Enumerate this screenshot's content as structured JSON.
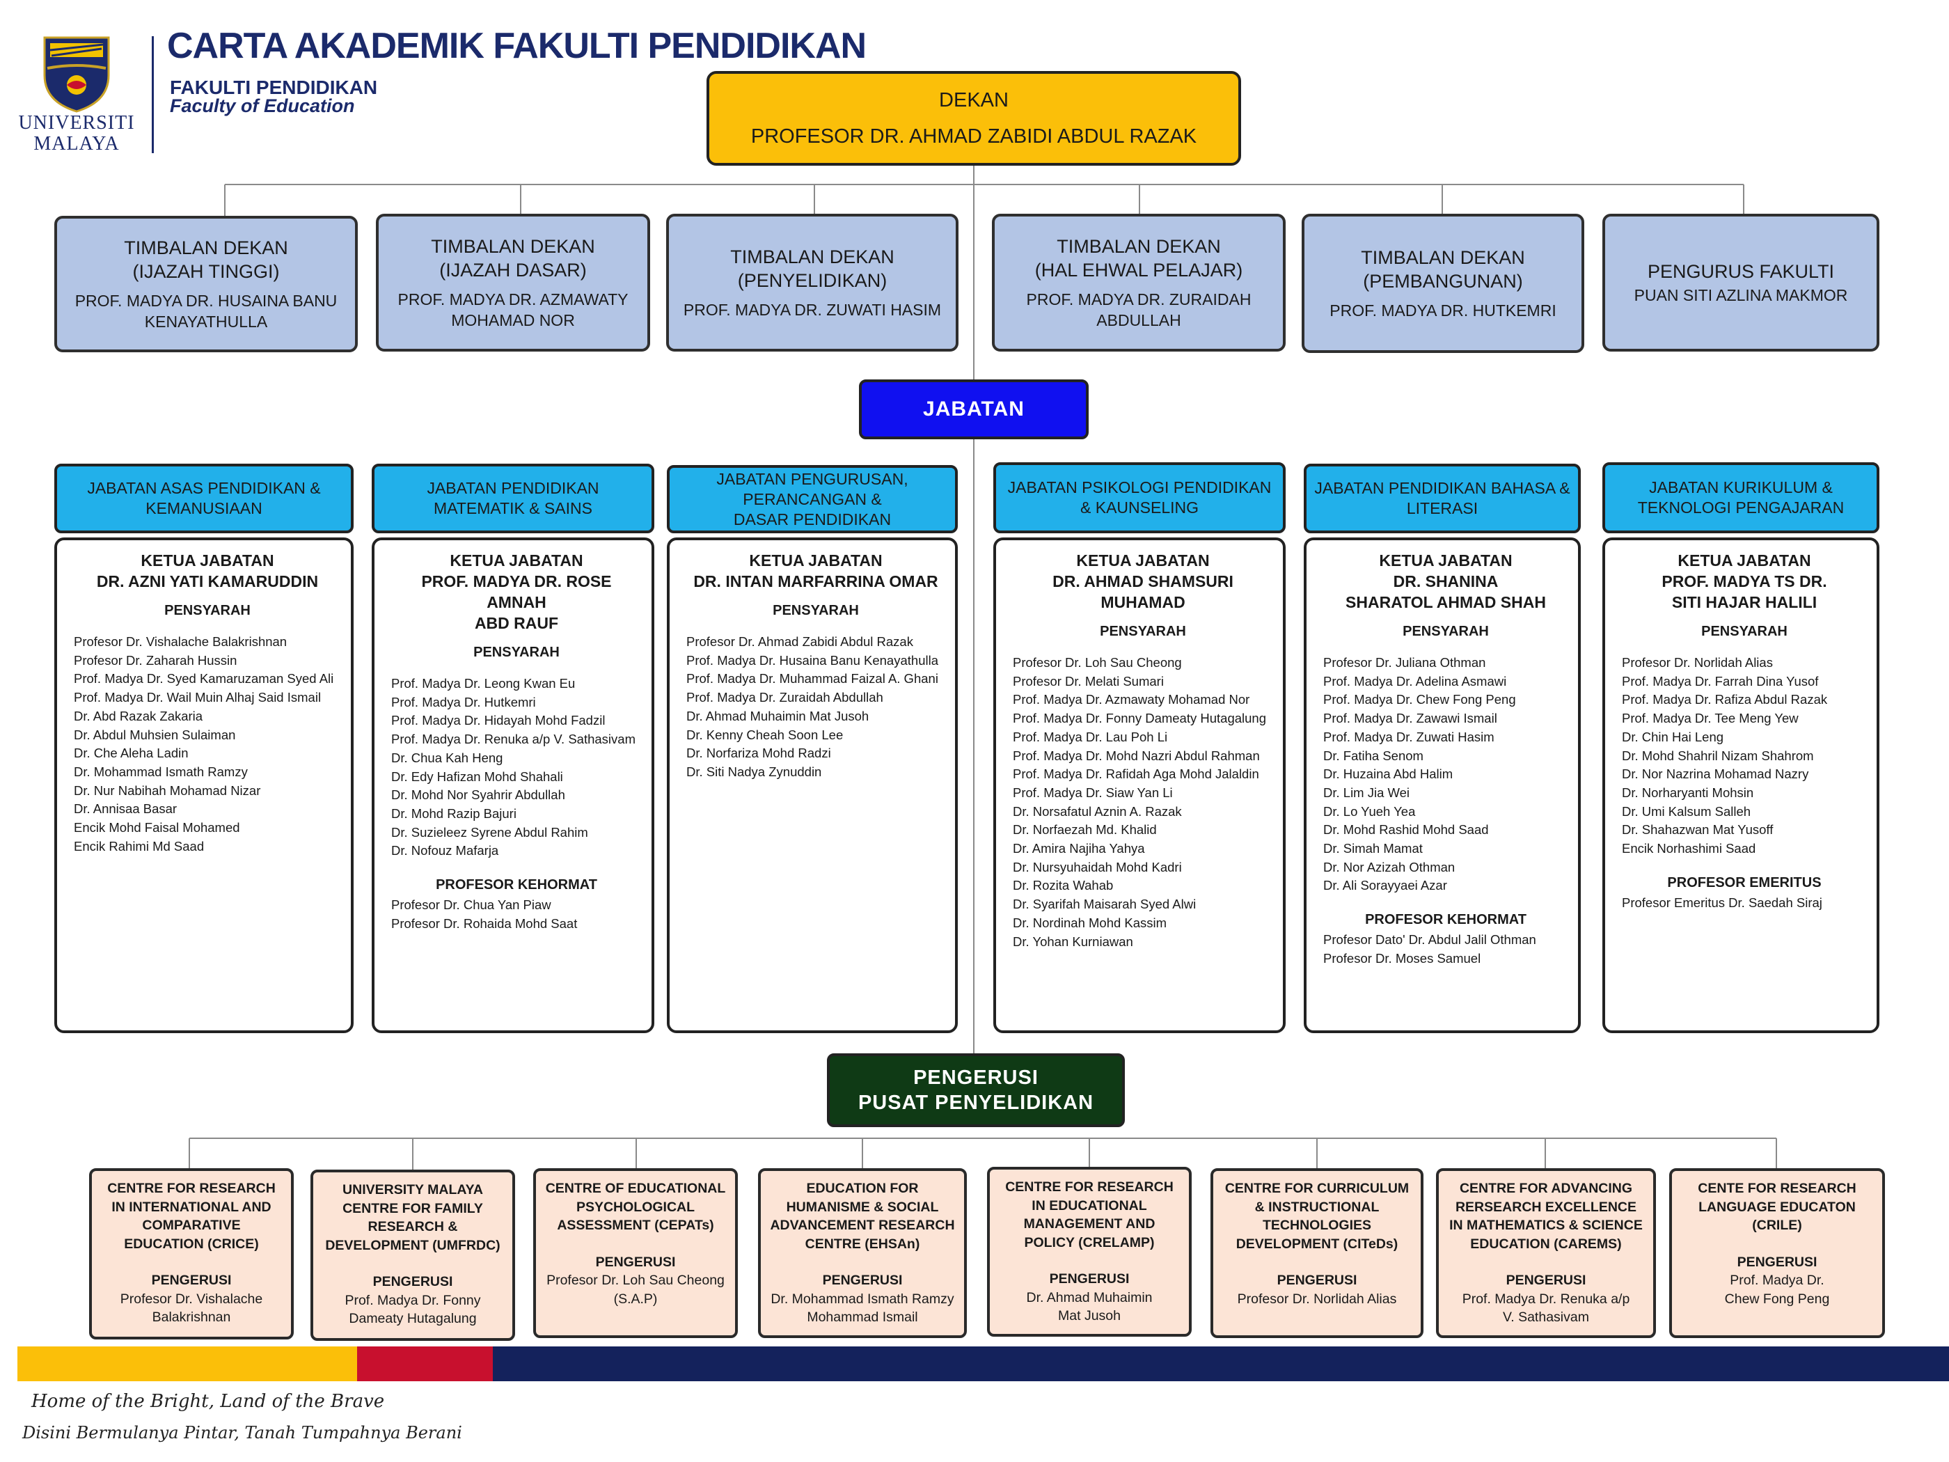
{
  "header": {
    "title": "CARTA AKADEMIK FAKULTI PENDIDIKAN",
    "university_line1": "UNIVERSITI",
    "university_line2": "MALAYA",
    "faculty_ms": "FAKULTI PENDIDIKAN",
    "faculty_en": "Faculty of Education"
  },
  "dean": {
    "role": "DEKAN",
    "name": "PROFESOR DR. AHMAD ZABIDI ABDUL RAZAK"
  },
  "deputies": [
    {
      "title1": "TIMBALAN DEKAN",
      "title2": "(IJAZAH TINGGI)",
      "name1": "PROF. MADYA DR. HUSAINA BANU",
      "name2": "KENAYATHULLA"
    },
    {
      "title1": "TIMBALAN DEKAN",
      "title2": "(IJAZAH DASAR)",
      "name1": "PROF. MADYA DR. AZMAWATY",
      "name2": "MOHAMAD NOR"
    },
    {
      "title1": "TIMBALAN DEKAN",
      "title2": "(PENYELIDIKAN)",
      "name1": "PROF. MADYA DR. ZUWATI HASIM",
      "name2": ""
    },
    {
      "title1": "TIMBALAN DEKAN",
      "title2": "(HAL EHWAL PELAJAR)",
      "name1": "PROF. MADYA DR. ZURAIDAH",
      "name2": "ABDULLAH"
    },
    {
      "title1": "TIMBALAN DEKAN",
      "title2": "(PEMBANGUNAN)",
      "name1": "PROF. MADYA DR. HUTKEMRI",
      "name2": ""
    },
    {
      "title1": "PENGURUS FAKULTI",
      "title2": "",
      "name1": "PUAN SITI AZLINA MAKMOR",
      "name2": ""
    }
  ],
  "jabatan_label": "JABATAN",
  "departments": [
    {
      "head": [
        "JABATAN ASAS PENDIDIKAN &",
        "KEMANUSIAAN"
      ],
      "ketua": [
        "KETUA JABATAN",
        "DR. AZNI YATI KAMARUDDIN"
      ],
      "pensyarah_label": "PENSYARAH",
      "staff": [
        "Profesor Dr. Vishalache Balakrishnan",
        "Profesor Dr. Zaharah Hussin",
        "Prof. Madya Dr. Syed Kamaruzaman Syed Ali",
        "Prof. Madya Dr. Wail Muin Alhaj Said Ismail",
        "Dr. Abd Razak Zakaria",
        "Dr. Abdul Muhsien Sulaiman",
        "Dr. Che Aleha Ladin",
        "Dr. Mohammad Ismath Ramzy",
        "Dr. Nur Nabihah Mohamad Nizar",
        "Dr. Annisaa Basar",
        "Encik Mohd Faisal Mohamed",
        "Encik Rahimi Md Saad"
      ],
      "extra_label": "",
      "extra": []
    },
    {
      "head": [
        "JABATAN PENDIDIKAN",
        "MATEMATIK & SAINS"
      ],
      "ketua": [
        "KETUA JABATAN",
        "PROF. MADYA DR. ROSE AMNAH",
        "ABD RAUF"
      ],
      "pensyarah_label": "PENSYARAH",
      "staff": [
        "Prof. Madya Dr. Leong Kwan Eu",
        "Prof. Madya Dr. Hutkemri",
        "Prof. Madya Dr. Hidayah Mohd Fadzil",
        "Prof. Madya Dr. Renuka a/p V. Sathasivam",
        "Dr. Chua Kah Heng",
        "Dr. Edy Hafizan Mohd Shahali",
        "Dr. Mohd Nor Syahrir Abdullah",
        "Dr. Mohd Razip Bajuri",
        "Dr. Suzieleez Syrene Abdul Rahim",
        "Dr. Nofouz Mafarja"
      ],
      "extra_label": "PROFESOR KEHORMAT",
      "extra": [
        "Profesor Dr. Chua Yan Piaw",
        "Profesor Dr. Rohaida Mohd Saat"
      ]
    },
    {
      "head": [
        "JABATAN PENGURUSAN,",
        "PERANCANGAN &",
        "DASAR PENDIDIKAN"
      ],
      "ketua": [
        "KETUA JABATAN",
        "DR. INTAN MARFARRINA OMAR"
      ],
      "pensyarah_label": "PENSYARAH",
      "staff": [
        "Profesor Dr. Ahmad Zabidi Abdul Razak",
        "Prof. Madya Dr. Husaina Banu Kenayathulla",
        "Prof. Madya Dr. Muhammad Faizal A. Ghani",
        "Prof. Madya Dr. Zuraidah Abdullah",
        "Dr. Ahmad Muhaimin Mat Jusoh",
        "Dr. Kenny Cheah Soon Lee",
        "Dr. Norfariza Mohd Radzi",
        "Dr. Siti Nadya Zynuddin"
      ],
      "extra_label": "",
      "extra": []
    },
    {
      "head": [
        "JABATAN PSIKOLOGI PENDIDIKAN",
        "& KAUNSELING"
      ],
      "ketua": [
        "KETUA JABATAN",
        "DR. AHMAD SHAMSURI MUHAMAD"
      ],
      "pensyarah_label": "PENSYARAH",
      "staff": [
        "Profesor Dr. Loh Sau Cheong",
        "Profesor Dr. Melati Sumari",
        "Prof. Madya Dr. Azmawaty Mohamad Nor",
        "Prof. Madya Dr. Fonny Dameaty Hutagalung",
        "Prof. Madya Dr. Lau Poh Li",
        "Prof. Madya Dr. Mohd Nazri Abdul Rahman",
        "Prof. Madya Dr. Rafidah Aga Mohd Jalaldin",
        "Prof. Madya Dr. Siaw Yan Li",
        "Dr. Norsafatul Aznin A. Razak",
        "Dr. Norfaezah Md. Khalid",
        "Dr. Amira Najiha Yahya",
        "Dr. Nursyuhaidah Mohd Kadri",
        "Dr. Rozita Wahab",
        "Dr. Syarifah Maisarah Syed Alwi",
        "Dr. Nordinah Mohd Kassim",
        "Dr. Yohan Kurniawan"
      ],
      "extra_label": "",
      "extra": []
    },
    {
      "head": [
        "JABATAN PENDIDIKAN BAHASA &",
        "LITERASI"
      ],
      "ketua": [
        "KETUA JABATAN",
        "DR. SHANINA",
        "SHARATOL AHMAD SHAH"
      ],
      "pensyarah_label": "PENSYARAH",
      "staff": [
        "Profesor Dr. Juliana Othman",
        "Prof. Madya Dr. Adelina Asmawi",
        "Prof. Madya Dr. Chew Fong Peng",
        "Prof. Madya Dr. Zawawi Ismail",
        "Prof. Madya Dr. Zuwati Hasim",
        "Dr. Fatiha Senom",
        "Dr. Huzaina Abd Halim",
        "Dr. Lim Jia Wei",
        "Dr. Lo Yueh Yea",
        "Dr. Mohd Rashid Mohd Saad",
        "Dr. Simah Mamat",
        "Dr. Nor Azizah Othman",
        "Dr. Ali Sorayyaei Azar"
      ],
      "extra_label": "PROFESOR KEHORMAT",
      "extra": [
        "Profesor Dato' Dr. Abdul Jalil Othman",
        "Profesor Dr. Moses Samuel"
      ]
    },
    {
      "head": [
        "JABATAN KURIKULUM &",
        "TEKNOLOGI PENGAJARAN"
      ],
      "ketua": [
        "KETUA JABATAN",
        "PROF. MADYA TS DR.",
        "SITI HAJAR HALILI"
      ],
      "pensyarah_label": "PENSYARAH",
      "staff": [
        "Profesor Dr. Norlidah Alias",
        "Prof. Madya Dr. Farrah Dina Yusof",
        "Prof. Madya Dr. Rafiza Abdul Razak",
        "Prof. Madya Dr. Tee Meng Yew",
        "Dr. Chin Hai Leng",
        "Dr. Mohd Shahril Nizam Shahrom",
        "Dr. Nor Nazrina Mohamad Nazry",
        "Dr. Norharyanti Mohsin",
        "Dr. Umi Kalsum Salleh",
        "Dr. Shahazwan Mat Yusoff",
        "Encik Norhashimi Saad"
      ],
      "extra_label": "PROFESOR EMERITUS",
      "extra": [
        "Profesor Emeritus Dr. Saedah Siraj"
      ]
    }
  ],
  "research_label": [
    "PENGERUSI",
    "PUSAT PENYELIDIKAN"
  ],
  "centres": [
    {
      "name": [
        "CENTRE FOR RESEARCH",
        "IN INTERNATIONAL AND",
        "COMPARATIVE",
        "EDUCATION (CRICE)"
      ],
      "chair": [
        "Profesor Dr. Vishalache",
        "Balakrishnan"
      ]
    },
    {
      "name": [
        "UNIVERSITY MALAYA",
        "CENTRE FOR FAMILY",
        "RESEARCH &",
        "DEVELOPMENT (UMFRDC)"
      ],
      "chair": [
        "Prof. Madya Dr. Fonny",
        "Dameaty Hutagalung"
      ]
    },
    {
      "name": [
        "CENTRE OF EDUCATIONAL",
        "PSYCHOLOGICAL",
        "ASSESSMENT (CEPATs)"
      ],
      "chair": [
        "Profesor Dr. Loh Sau Cheong",
        "(S.A.P)"
      ]
    },
    {
      "name": [
        "EDUCATION FOR",
        "HUMANISME & SOCIAL",
        "ADVANCEMENT RESEARCH",
        "CENTRE (EHSAn)"
      ],
      "chair": [
        "Dr. Mohammad Ismath Ramzy",
        "Mohammad Ismail"
      ]
    },
    {
      "name": [
        "CENTRE FOR RESEARCH",
        "IN EDUCATIONAL",
        "MANAGEMENT AND",
        "POLICY (CRELAMP)"
      ],
      "chair": [
        "Dr. Ahmad Muhaimin",
        "Mat Jusoh"
      ]
    },
    {
      "name": [
        "CENTRE FOR CURRICULUM",
        "& INSTRUCTIONAL",
        "TECHNOLOGIES",
        "DEVELOPMENT (CITeDs)"
      ],
      "chair": [
        "Profesor Dr. Norlidah Alias"
      ]
    },
    {
      "name": [
        "CENTRE FOR ADVANCING",
        "RERSEARCH EXCELLENCE",
        "IN MATHEMATICS & SCIENCE",
        "EDUCATION (CAREMS)"
      ],
      "chair": [
        "Prof. Madya Dr. Renuka a/p",
        "V. Sathasivam"
      ]
    },
    {
      "name": [
        "CENTE FOR RESEARCH",
        "LANGUAGE EDUCATON",
        "(CRILE)"
      ],
      "chair": [
        "Prof. Madya Dr.",
        "Chew Fong Peng"
      ]
    }
  ],
  "chair_label": "PENGERUSI",
  "footer": {
    "motto_en": "Home of the Bright, Land of the Brave",
    "motto_ms": "Disini Bermulanya Pintar, Tanah Tumpahnya Berani",
    "colors": [
      "#fbbf09",
      "#c8102e",
      "#14225c"
    ]
  },
  "colors": {
    "dean": "#fbbf09",
    "deputy": "#b3c5e5",
    "jabatan": "#1010f0",
    "dept_head": "#22b0ea",
    "research": "#0f3a15",
    "centre": "#fce4d6",
    "brand": "#1b2a6b"
  }
}
